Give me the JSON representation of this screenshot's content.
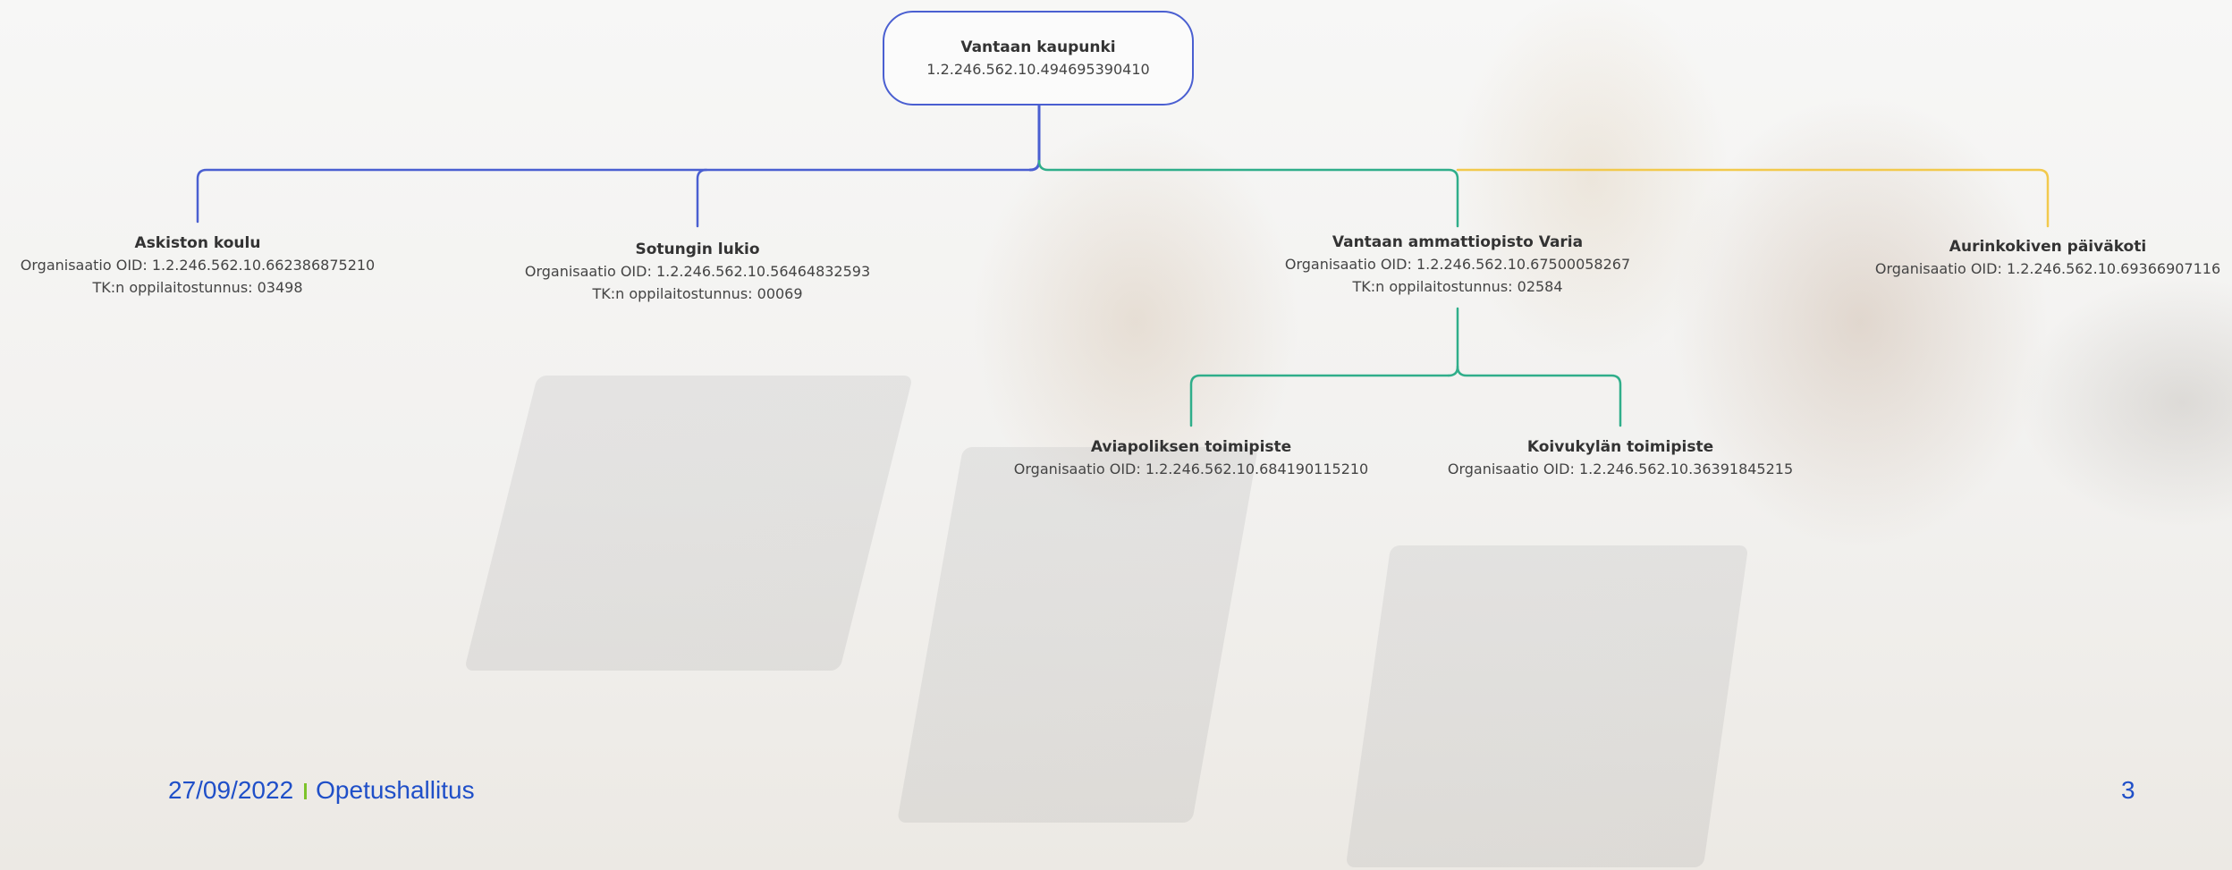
{
  "root": {
    "name": "Vantaan kaupunki",
    "oid": "1.2.246.562.10.494695390410"
  },
  "children": [
    {
      "name": "Askiston koulu",
      "oid": "Organisaatio OID: 1.2.246.562.10.662386875210",
      "code": "TK:n oppilaitostunnus: 03498"
    },
    {
      "name": "Sotungin lukio",
      "oid": "Organisaatio OID: 1.2.246.562.10.56464832593",
      "code": "TK:n oppilaitostunnus: 00069"
    },
    {
      "name": "Vantaan ammattiopisto Varia",
      "oid": "Organisaatio OID: 1.2.246.562.10.67500058267",
      "code": "TK:n oppilaitostunnus: 02584"
    },
    {
      "name": "Aurinkokiven päiväkoti",
      "oid": "Organisaatio OID: 1.2.246.562.10.69366907116"
    }
  ],
  "grandchildren": [
    {
      "name": "Aviapoliksen toimipiste",
      "oid": "Organisaatio OID: 1.2.246.562.10.684190115210"
    },
    {
      "name": "Koivukylän toimipiste",
      "oid": "Organisaatio OID: 1.2.246.562.10.36391845215"
    }
  ],
  "colors": {
    "blue": "#4a5fd1",
    "green": "#2fae8a",
    "yellow": "#f2c94c",
    "footer_text": "#1f4fc8",
    "footer_separator": "#7cc32a"
  },
  "footer": {
    "date": "27/09/2022",
    "org": "Opetushallitus",
    "page": "3"
  }
}
